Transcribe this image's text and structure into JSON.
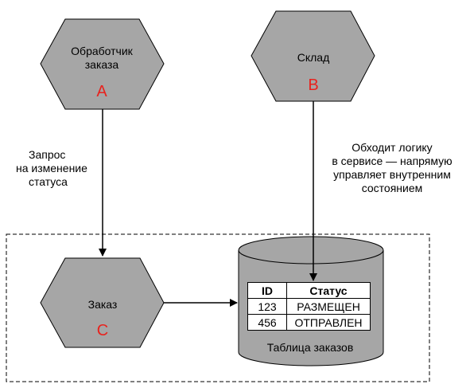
{
  "nodes": {
    "order_handler": {
      "label_line1": "Обработчик",
      "label_line2": "заказа",
      "letter": "A"
    },
    "warehouse": {
      "label": "Склад",
      "letter": "B"
    },
    "order": {
      "label": "Заказ",
      "letter": "C"
    }
  },
  "edges": {
    "request_label": [
      "Запрос",
      "на изменение",
      "статуса"
    ],
    "bypass_label": [
      "Обходит логику",
      "в сервисе — напрямую",
      "управляет внутренним",
      "состоянием"
    ]
  },
  "database": {
    "caption": "Таблица заказов",
    "columns": [
      "ID",
      "Статус"
    ],
    "rows": [
      [
        "123",
        "РАЗМЕЩЕН"
      ],
      [
        "456",
        "ОТПРАВЛЕН"
      ]
    ]
  },
  "colors": {
    "shape_fill": "#a6a6a6",
    "letter": "#e8231e",
    "stroke": "#000000"
  }
}
